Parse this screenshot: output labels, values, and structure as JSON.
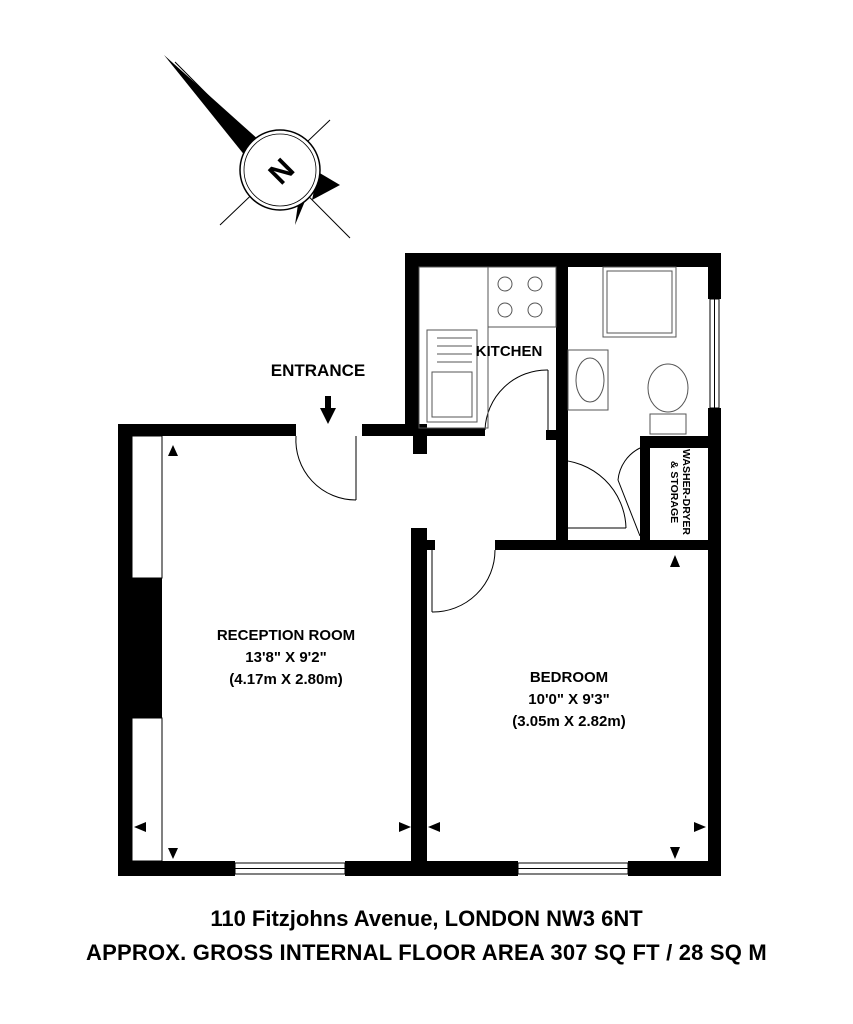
{
  "compass": {
    "label": "N"
  },
  "entrance": {
    "label": "ENTRANCE"
  },
  "rooms": {
    "kitchen": {
      "name": "KITCHEN"
    },
    "reception": {
      "name": "RECEPTION ROOM",
      "size_imperial": "13'8\" X 9'2\"",
      "size_metric": "(4.17m X 2.80m)"
    },
    "bedroom": {
      "name": "BEDROOM",
      "size_imperial": "10'0\" X 9'3\"",
      "size_metric": "(3.05m X 2.82m)"
    },
    "washer": {
      "name_line1": "WASHER-DRYER",
      "name_line2": "& STORAGE"
    }
  },
  "footer": {
    "address": "110 Fitzjohns Avenue, LONDON NW3 6NT",
    "area": "APPROX. GROSS INTERNAL FLOOR AREA 307 SQ FT / 28 SQ M"
  },
  "colors": {
    "wall": "#000000",
    "background": "#ffffff",
    "fixture_line": "#555555"
  }
}
